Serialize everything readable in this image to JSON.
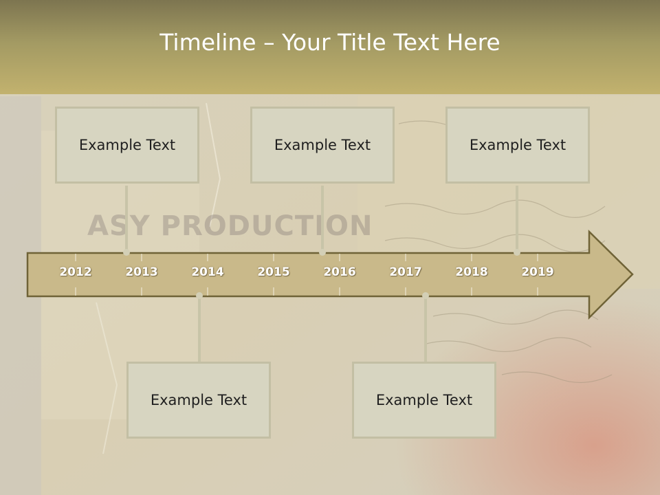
{
  "slide": {
    "title": "Timeline – Your Title Text Here",
    "watermark": "ASY PRODUCTION"
  },
  "timeline": {
    "years": [
      "2012",
      "2013",
      "2014",
      "2015",
      "2016",
      "2017",
      "2018",
      "2019"
    ],
    "boxes_top": [
      "Example Text",
      "Example Text",
      "Example Text"
    ],
    "boxes_bottom": [
      "Example Text",
      "Example Text"
    ]
  },
  "colors": {
    "title_bar": "#b3a566",
    "arrow_fill": "#c9b98a",
    "arrow_stroke": "#6f6337",
    "box_fill": "#d7d5c1",
    "box_border": "#c3bfa4",
    "connector": "#c8c4a8"
  }
}
